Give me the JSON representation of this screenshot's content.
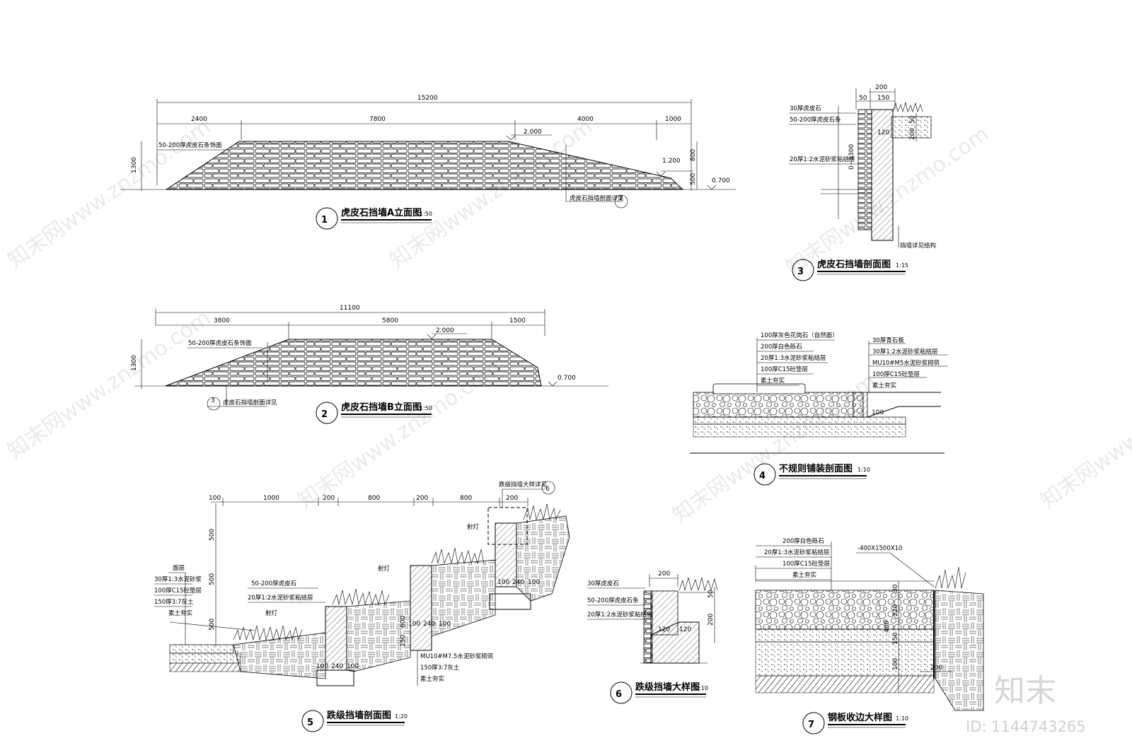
{
  "watermark": "知末网www.znzmo.com",
  "brand": {
    "logo": "知末",
    "id_label": "ID: 1144743265"
  },
  "drawings": [
    {
      "num": "1",
      "title": "虎皮石挡墙A立面图",
      "scale": "1:50",
      "dims_total": "15200",
      "dims": [
        "2400",
        "7800",
        "4000",
        "1000"
      ],
      "height_dim": "1300",
      "right_dims": [
        "800",
        "500"
      ],
      "levels": [
        "2.000",
        "1.200",
        "0.700"
      ],
      "note": "50-200厚虎皮石条饰面",
      "ref_note": "虎皮石挡墙剖面详见",
      "ref_num": "3"
    },
    {
      "num": "2",
      "title": "虎皮石挡墙B立面图",
      "scale": "1:50",
      "dims_total": "11100",
      "dims": [
        "3800",
        "5800",
        "1500"
      ],
      "height_dim": "1300",
      "levels": [
        "2.000",
        "0.700"
      ],
      "note": "50-200厚虎皮石条饰面",
      "ref_note": "虎皮石挡墙剖面详见",
      "ref_num": "3"
    },
    {
      "num": "3",
      "title": "虎皮石挡墙剖面图",
      "scale": "1:15",
      "top_dims": [
        "200",
        "50",
        "150"
      ],
      "side_dims": [
        "50",
        "200",
        "120",
        "0~1300"
      ],
      "notes": [
        "30厚虎皮石",
        "50-200厚虎皮石条",
        "20厚1:2水泥砂浆粘结层",
        "挡墙详见结构"
      ]
    },
    {
      "num": "4",
      "title": "不规则铺装剖面图",
      "scale": "1:10",
      "notes_left": [
        "100厚灰色花岗石（自然面）",
        "200厚白色砾石",
        "20厚1:3水泥砂浆粘结层",
        "100厚C15砼垫层",
        "素土夯实"
      ],
      "notes_right": [
        "30厚青石板",
        "30厚1:2水泥砂浆粘结层",
        "MU10#M5水泥砂浆砌筑",
        "100厚C15砼垫层",
        "素土夯实"
      ],
      "dim": "100"
    },
    {
      "num": "5",
      "title": "跌级挡墙剖面图",
      "scale": "1:20",
      "top_dims": [
        "100",
        "1000",
        "200",
        "800",
        "200",
        "800",
        "200"
      ],
      "side_dims": [
        "500",
        "500",
        "500"
      ],
      "base_dims": [
        "100",
        "240",
        "100"
      ],
      "mid_dims": [
        "600",
        "150"
      ],
      "notes_left": [
        "面层",
        "30厚1:3水泥砂浆",
        "100厚C15砼垫层",
        "150厚3:7灰土",
        "素土夯实"
      ],
      "notes_mid": [
        "50-200厚虎皮石",
        "20厚1:2水泥砂浆粘结层"
      ],
      "notes_base": [
        "MU10#M7.5水泥砂浆砌筑",
        "150厚3:7灰土",
        "素土夯实"
      ],
      "light": "射灯",
      "ref_note": "跌级挡墙大样详见",
      "ref_num": "6"
    },
    {
      "num": "6",
      "title": "跌级挡墙大样图",
      "scale": "1:10",
      "dims": [
        "200",
        "50",
        "200",
        "120",
        "120"
      ],
      "notes": [
        "30厚虎皮石",
        "50-200厚虎皮石条",
        "20厚1:2水泥砂浆粘结层"
      ]
    },
    {
      "num": "7",
      "title": "钢板收边大样图",
      "scale": "1:10",
      "notes": [
        "200厚白色砾石",
        "20厚1:3水泥砂浆粘结层",
        "100厚C15砼垫层",
        "素土夯实"
      ],
      "plate": "-400X1500X10",
      "dims": [
        "30",
        "220",
        "400",
        "150",
        "100",
        "200"
      ]
    }
  ]
}
